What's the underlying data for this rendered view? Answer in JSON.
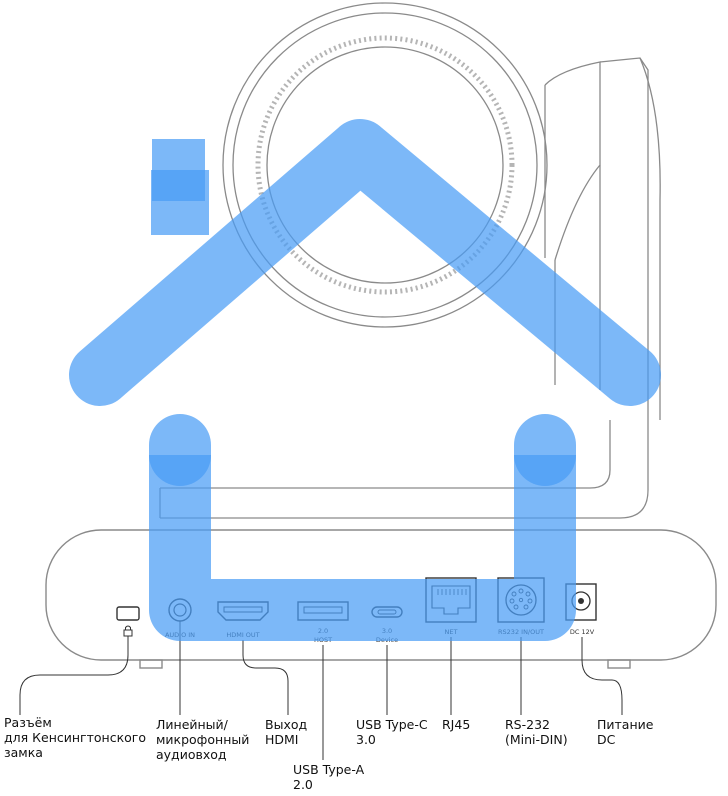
{
  "colors": {
    "outline": "#8a8a8a",
    "accent_overlay": "#4a9cf5",
    "label_text": "#111111"
  },
  "overlay_icon": "home-icon",
  "ports": {
    "audio_in": "AUDIO IN",
    "hdmi_out": "HDMI OUT",
    "usb_host_ver": "2.0",
    "usb_host": "HOST",
    "usb_device_ver": "3.0",
    "usb_device": "Device",
    "net": "NET",
    "rs232": "RS232 IN/OUT",
    "dc": "DC 12V"
  },
  "labels": {
    "kensington": "Разъём\nдля Кенсингтонского\nзамка",
    "audio": "Линейный/\nмикрофонный\nаудиовход",
    "hdmi": "Выход\nHDMI",
    "usb_a": "USB Type-A\n2.0",
    "usb_c": "USB Type-C\n3.0",
    "rj45": "RJ45",
    "rs232": "RS-232\n(Mini-DIN)",
    "power": "Питание\nDC"
  }
}
